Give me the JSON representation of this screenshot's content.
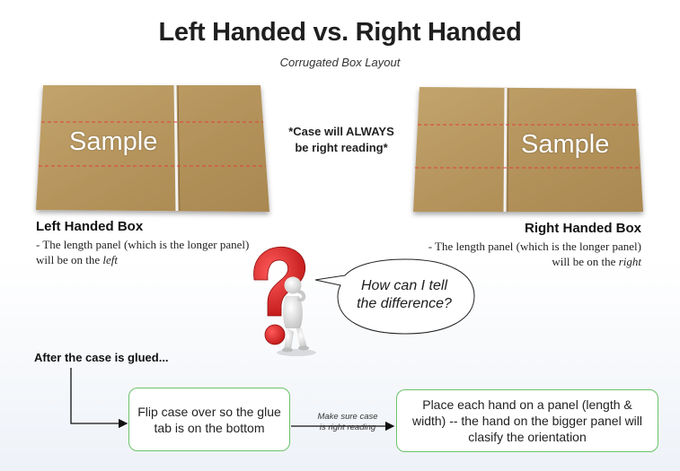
{
  "header": {
    "title": "Left Handed vs. Right Handed",
    "subtitle": "Corrugated Box Layout"
  },
  "boxes": {
    "left": {
      "sample_text": "Sample",
      "label": "Left Handed Box",
      "description_prefix": "- The length panel (which is the longer panel) will be on the ",
      "description_emphasis": "left"
    },
    "right": {
      "sample_text": "Sample",
      "label": "Right Handed Box",
      "description_prefix": "- The length panel (which is the longer panel) will be on the ",
      "description_emphasis": "right"
    },
    "cardboard_color": "#b8975f"
  },
  "note": {
    "line1": "*Case will ALWAYS",
    "line2": "be right reading*"
  },
  "question": {
    "bubble_line1": "How can I tell",
    "bubble_line2": "the difference?",
    "question_mark_color": "#d42323"
  },
  "process": {
    "heading": "After the case is glued...",
    "step1": "Flip case over so the glue tab is on the bottom",
    "arrow_note_line1": "Make sure case",
    "arrow_note_line2": "is right reading",
    "step2": "Place each hand on a panel (length & width) -- the hand on the bigger panel will clasify the orientation",
    "accent": "#6cc36a"
  }
}
